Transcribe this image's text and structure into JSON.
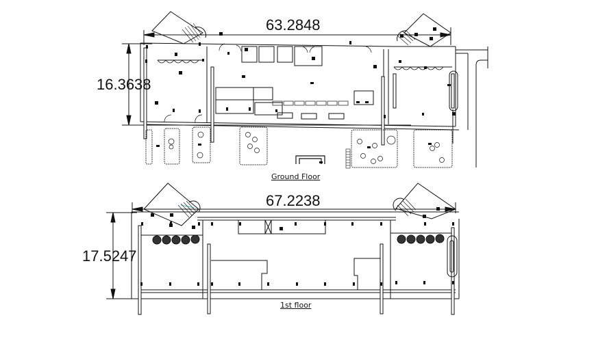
{
  "drawing": {
    "type": "architectural floor plans",
    "plans": [
      {
        "name": "ground-floor",
        "caption": "Ground Floor",
        "width_dimension": "63.2848",
        "height_dimension": "16.3638"
      },
      {
        "name": "first-floor",
        "caption": "1st floor",
        "width_dimension": "67.2238",
        "height_dimension": "17.5247"
      }
    ],
    "colors": {
      "line": "#111111",
      "background": "#ffffff",
      "stair_accent": "#2aa6a6"
    }
  }
}
